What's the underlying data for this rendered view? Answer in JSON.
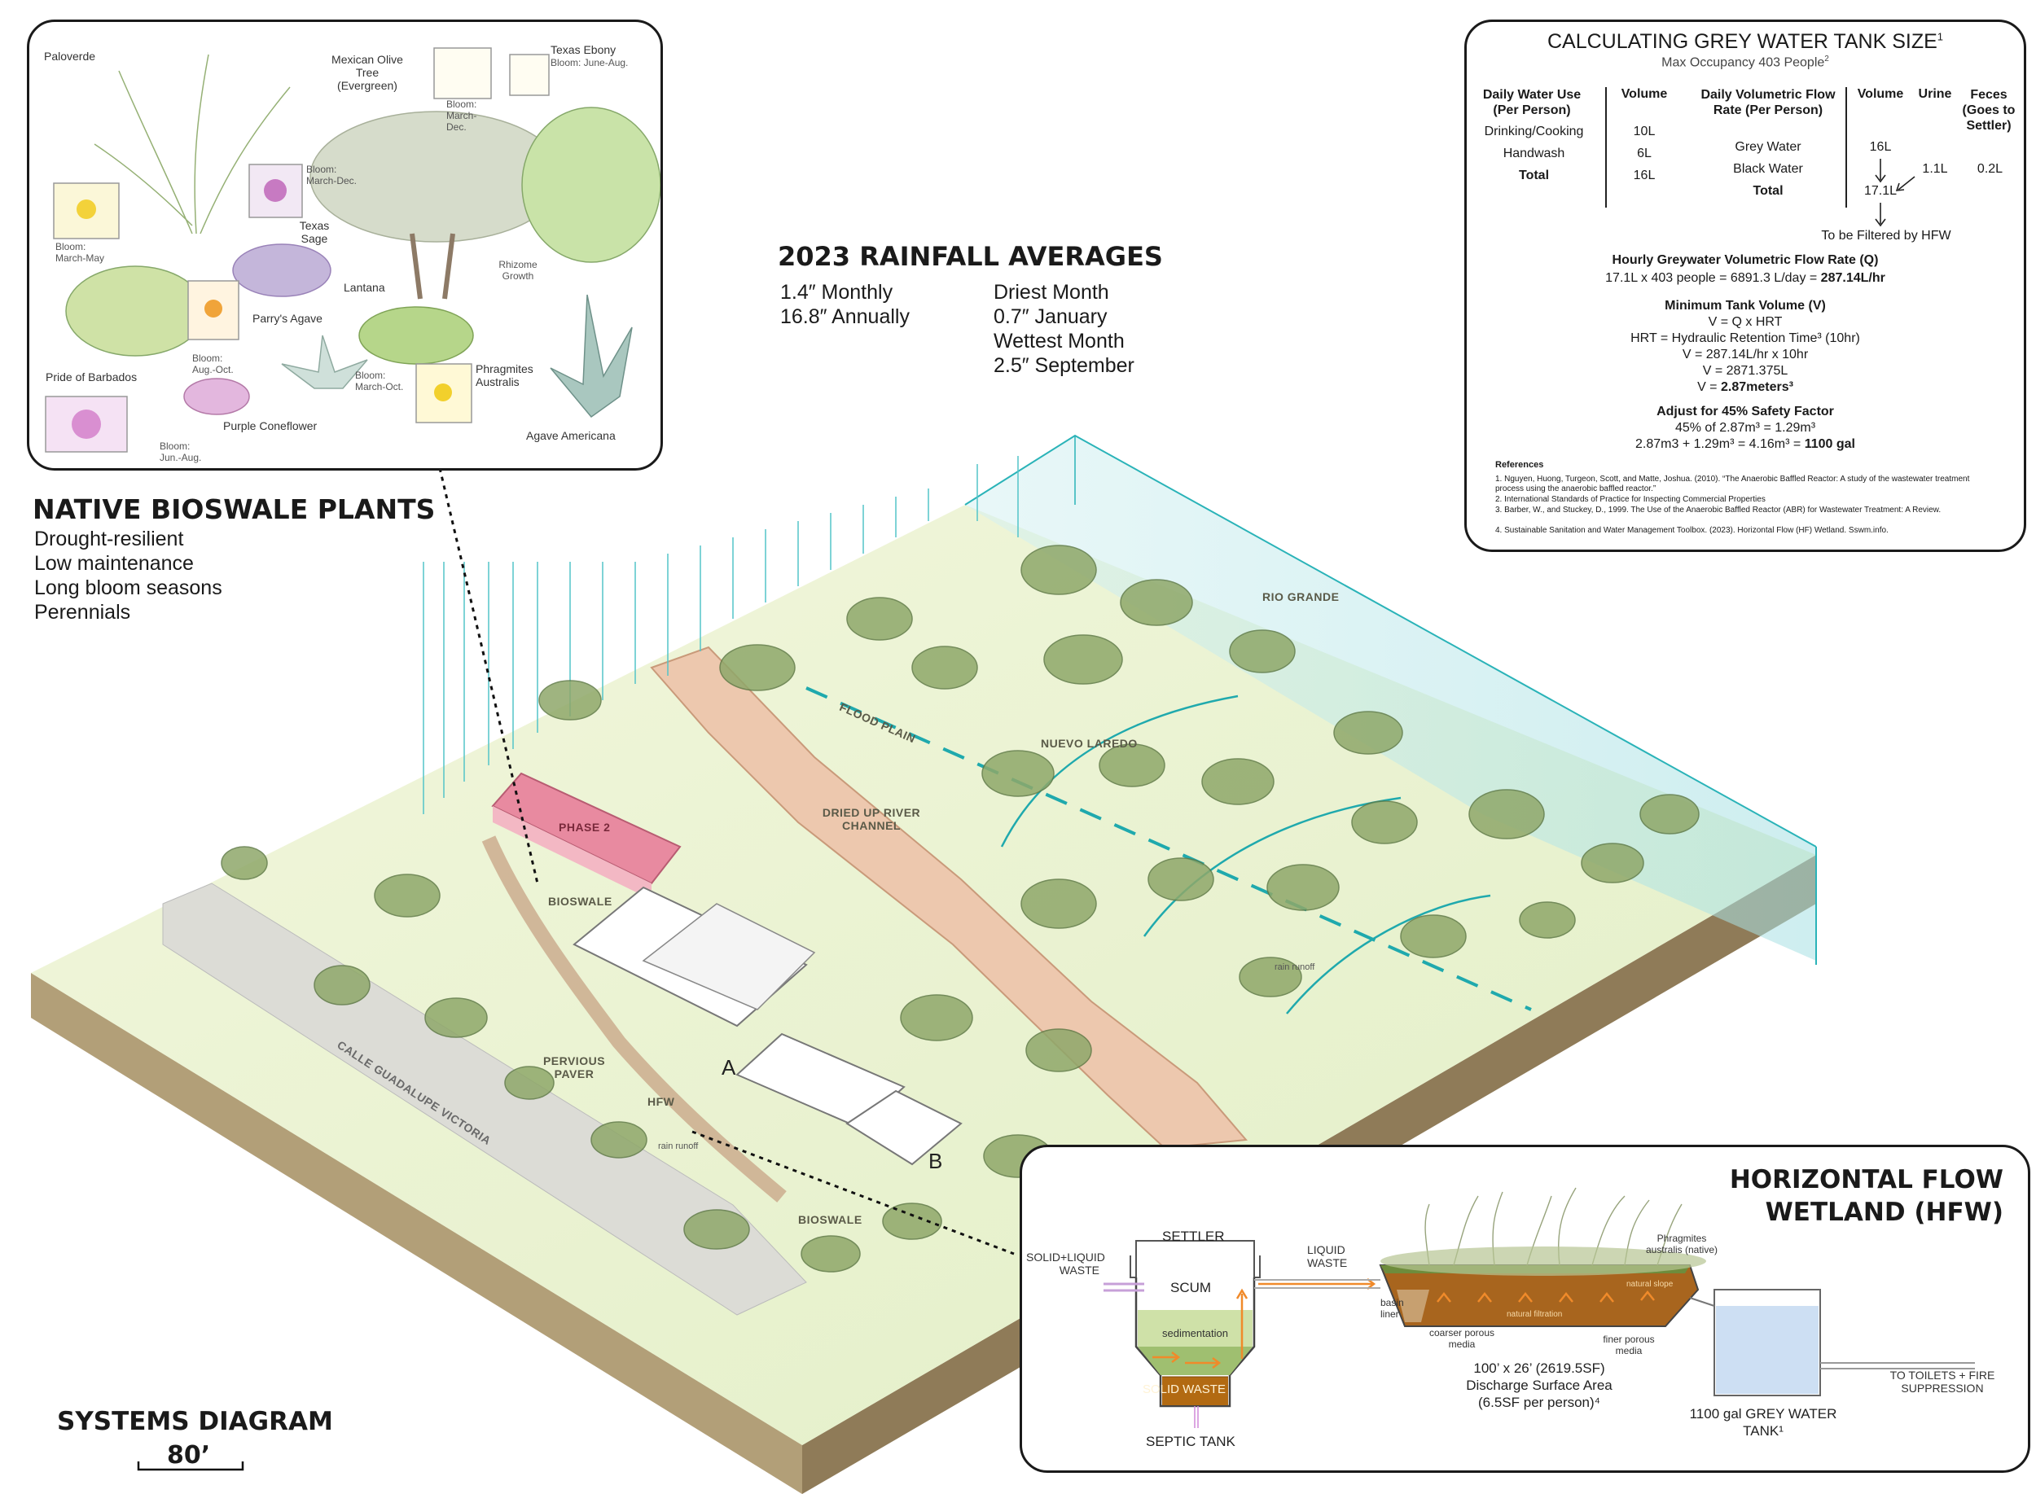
{
  "plants_panel": {
    "section_title": "NATIVE BIOSWALE PLANTS",
    "traits": [
      "Drought-resilient",
      "Low maintenance",
      "Long bloom seasons",
      "Perennials"
    ],
    "plants": {
      "paloverde": "Paloverde",
      "mexican_olive": "Mexican Olive Tree (Evergreen)",
      "mexican_olive_bloom": "Bloom: March-Dec.",
      "texas_ebony": "Texas Ebony",
      "texas_ebony_bloom": "Bloom: June-Aug.",
      "texas_sage_bloom": "Bloom: March-Dec.",
      "texas_sage": "Texas Sage",
      "rhizome": "Rhizome Growth",
      "lantana": "Lantana",
      "barbados_bloom": "Bloom: March-May",
      "parrys_agave": "Parry's Agave",
      "parrys_bloom": "Bloom: Aug.-Oct.",
      "pride_barbados": "Pride of Barbados",
      "lantana_bloom": "Bloom: March-Oct.",
      "phragmites": "Phragmites Australis",
      "purple_coneflower": "Purple Coneflower",
      "coneflower_bloom": "Bloom: Jun.-Aug.",
      "agave_americana": "Agave Americana"
    }
  },
  "rainfall": {
    "title": "2023 RAINFALL AVERAGES",
    "monthly": "1.4″  Monthly",
    "annually": "16.8″ Annually",
    "driest_label": "Driest Month",
    "driest_value": "0.7″ January",
    "wettest_label": "Wettest Month",
    "wettest_value": "2.5″ September"
  },
  "calc": {
    "title": "CALCULATING GREY WATER TANK SIZE",
    "title_sup": "1",
    "subtitle": "Max Occupancy 403 People",
    "subtitle_sup": "2",
    "table1": {
      "h1": "Daily Water Use (Per Person)",
      "h2": "Volume",
      "rows": [
        {
          "item": "Drinking/Cooking",
          "vol": "10L"
        },
        {
          "item": "Handwash",
          "vol": "6L"
        },
        {
          "item": "Total",
          "vol": "16L"
        }
      ]
    },
    "table2": {
      "h1": "Daily Volumetric Flow Rate (Per Person)",
      "h2": "Volume",
      "h3": "Urine",
      "h4": "Feces (Goes to Settler)",
      "grey": "Grey Water",
      "grey_vol": "16L",
      "black": "Black Water",
      "urine_vol": "1.1L",
      "feces_vol": "0.2L",
      "total": "Total",
      "total_vol": "17.1L",
      "filtered": "To be Filtered by HFW"
    },
    "hourly_title": "Hourly Greywater Volumetric Flow Rate (Q)",
    "hourly_eq": "17.1L x 403 people = 6891.3 L/day = ",
    "hourly_result": "287.14L/hr",
    "min_title": "Minimum Tank Volume (V)",
    "min_lines": [
      "V = Q x HRT",
      "HRT = Hydraulic Retention Time³ (10hr)",
      "V = 287.14L/hr x 10hr",
      "V = 2871.375L"
    ],
    "min_result_pre": "V = ",
    "min_result": "2.87meters³",
    "safety_title": "Adjust for 45% Safety Factor",
    "safety_line1": "45% of 2.87m³ = 1.29m³",
    "safety_line2_pre": "2.87m3 + 1.29m³ = 4.16m³ = ",
    "safety_line2_result": "1100 gal",
    "refs_title": "References",
    "refs": [
      "1. Nguyen, Huong, Turgeon, Scott, and Matte, Joshua. (2010). “The Anaerobic Baffled Reactor: A study of the wastewater treatment process using the anaerobic baffled reactor.”",
      "2. International Standards of Practice for Inspecting Commercial Properties",
      "3. Barber, W., and Stuckey, D., 1999. The Use of the Anaerobic Baffled Reactor (ABR) for Wastewater Treatment: A Review.",
      "4. Sustainable Sanitation and Water Management Toolbox. (2023). Horizontal Flow (HF) Wetland. Sswm.info."
    ]
  },
  "map": {
    "rio_grande": "RIO GRANDE",
    "flood_plain": "FLOOD PLAIN",
    "nuevo_laredo": "NUEVO LAREDO",
    "dried_river": "DRIED UP RIVER CHANNEL",
    "phase2": "PHASE 2",
    "bioswale_top": "BIOSWALE",
    "pervious": "PERVIOUS PAVER",
    "hfw": "HFW",
    "rain_runoff_1": "rain runoff",
    "rain_runoff_2": "rain runoff",
    "point_a": "A",
    "point_b": "B",
    "bioswale_bottom": "BIOSWALE",
    "street": "CALLE GUADALUPE VICTORIA"
  },
  "systems": {
    "title": "SYSTEMS DIAGRAM",
    "scale": "80’"
  },
  "hfw_panel": {
    "title_line1": "HORIZONTAL FLOW",
    "title_line2": "WETLAND (HFW)",
    "settler": "SETTLER",
    "solid_liquid": "SOLID+LIQUID WASTE",
    "scum": "SCUM",
    "sedimentation": "sedimentation",
    "solid_waste": "SOLID WASTE",
    "septic": "SEPTIC TANK",
    "liquid_waste": "LIQUID WASTE",
    "basin_liner": "basin liner",
    "coarser": "coarser porous media",
    "natural_filtration": "natural filtration",
    "natural_slope": "natural slope",
    "finer": "finer porous media",
    "phragmites": "Phragmites australis (native)",
    "dims_line1": "100’ x 26’ (2619.5SF)",
    "dims_line2": "Discharge Surface Area",
    "dims_line3": "(6.5SF per person)⁴",
    "tank_line1": "1100 gal GREY WATER",
    "tank_line2": "TANK¹",
    "toilets": "TO TOILETS + FIRE SUPPRESSION"
  },
  "colors": {
    "water": "#7fd3d8",
    "phase2": "#e88aa0",
    "riverbed": "#ecc2a8",
    "grass": "#eaf2cf",
    "soil": "#b8a689",
    "sediment": "#b26a12",
    "arrow": "#f08a2a"
  }
}
